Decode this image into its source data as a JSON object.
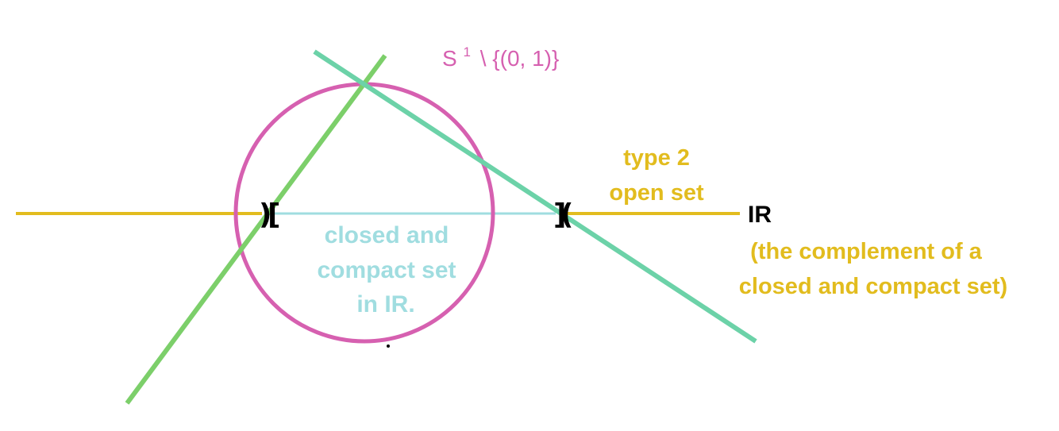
{
  "colors": {
    "background": "#ffffff",
    "circle": "#d660b0",
    "real_line": "#e2bc1e",
    "segment": "#a0dde0",
    "line_green": "#7ccf6a",
    "line_teal": "#6cd2a8",
    "axis_label": "#000000"
  },
  "labels": {
    "circle_label_base": "S",
    "circle_label_sup": "1",
    "circle_label_rest": "\\ {(0, 1)}",
    "open_set_line1": "type 2",
    "open_set_line2": "open set",
    "real_line_label": "IR",
    "complement_line1": "(the complement of a",
    "complement_line2": "closed and compact set)",
    "compact_line1": "closed and",
    "compact_line2": "compact set",
    "compact_line3": "in IR."
  },
  "brackets": {
    "left_outer": ")",
    "left_inner": "[",
    "right_inner": "]",
    "right_outer": "("
  }
}
